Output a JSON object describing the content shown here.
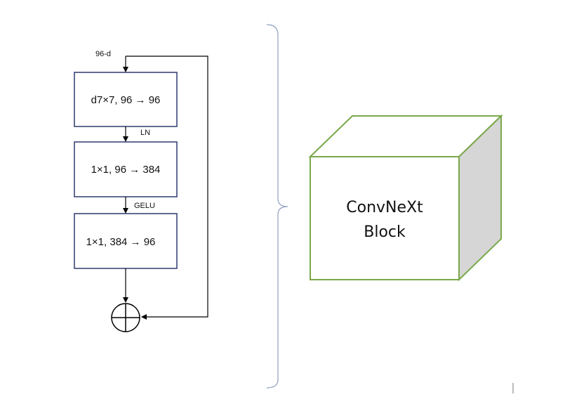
{
  "input_label": "96-d",
  "layers": [
    {
      "label": "d7×7, 96 → 96"
    },
    {
      "label": "1×1, 96 → 384"
    },
    {
      "label": "1×1, 384 → 96"
    }
  ],
  "between_labels": [
    "LN",
    "GELU"
  ],
  "block": {
    "line1": "ConvNeXt",
    "line2": "Block"
  },
  "colors": {
    "box_border": "#2e3a6e",
    "cube_edge": "#7aa84a",
    "cube_side": "#d6d6d6",
    "bracket": "#8fa0bf"
  }
}
